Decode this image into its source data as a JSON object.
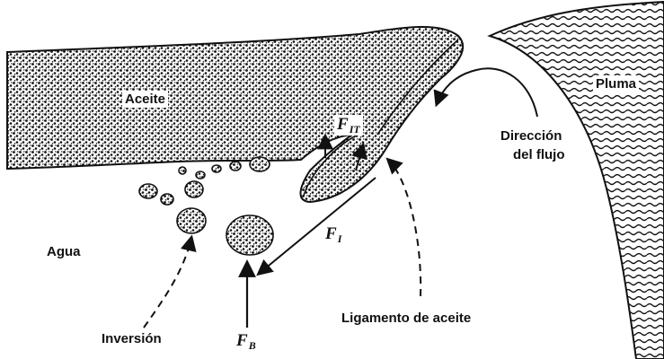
{
  "labels": {
    "aceite": "Aceite",
    "agua": "Agua",
    "pluma": "Pluma",
    "direccion_line1": "Dirección",
    "direccion_line2": "del flujo",
    "ligamento": "Ligamento de aceite",
    "inversion": "Inversión"
  },
  "forces": {
    "f_it": {
      "symbol": "F",
      "subscript": "IT"
    },
    "f_i": {
      "symbol": "F",
      "subscript": "I"
    },
    "f_b": {
      "symbol": "F",
      "subscript": "B"
    }
  },
  "colors": {
    "ink": "#111111",
    "oil_fill": "#4a4a4a",
    "background": "#ffffff"
  }
}
